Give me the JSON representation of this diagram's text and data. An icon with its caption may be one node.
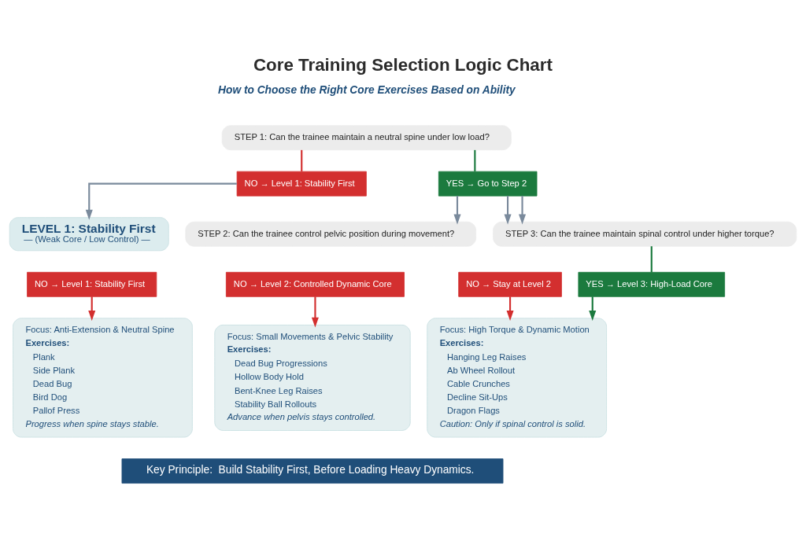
{
  "diagram": {
    "title": "Core Training Selection Logic Chart",
    "nodes": [
      {
        "text": [
          "STEP 1: Can the trainee maintain a neutral spine under low load?"
        ]
      },
      {
        "text": [
          "NO → Level 1: Stability First"
        ]
      },
      {
        "text": [
          "YES → Go to Step 2"
        ]
      },
      {
        "text": [
          "LEVEL 1: Stability First",
          "— (Weak Core / Low Control) —"
        ]
      },
      {
        "text": [
          "STEP 2: Can the trainee control pelvic position during movement?"
        ]
      },
      {
        "text": [
          "STEP 3: Can the trainee maintain spinal control under higher torque?"
        ]
      },
      {
        "text": [
          "NO → Level 1: Stability First"
        ]
      },
      {
        "text": [
          "NO → Level 2: Controlled Dynamic Core"
        ]
      },
      {
        "text": [
          "NO → Stay at Level 2"
        ]
      },
      {
        "text": [
          "YES → Level 3: High-Load Core"
        ]
      },
      {
        "text": [
          "Focus: Anti-Extension & Neutral Spine",
          "Exercises:",
          "Plank",
          "Side Plank",
          "Dead Bug",
          "Bird Dog",
          "Pallof Press",
          "Progress when spine stays stable."
        ]
      },
      {
        "text": [
          "Focus: Small Movements & Pelvic Stability",
          "Exercises:",
          "Dead Bug Progressions",
          "Hollow Body Hold",
          "Bent-Knee Leg Raises",
          "Stability Ball Rollouts",
          "Advance when pelvis stays controlled."
        ]
      },
      {
        "text": [
          "Focus: High Torque & Dynamic Motion",
          "Exercises:",
          "Hanging Leg Raises",
          "Ab Wheel Rollout",
          "Cable Crunches",
          "Decline Sit-Ups",
          "Dragon Flags",
          "Caution: Only if spinal control is solid."
        ]
      },
      {
        "text": [
          "Key Principle:  Build Stability First, Before Loading Heavy Dynamics."
        ]
      }
    ],
    "edges": [
      {
        "from": 0,
        "to": 1,
        "arrow": "none",
        "color": "#d32f2f"
      },
      {
        "from": 0,
        "to": 2,
        "arrow": "none",
        "color": "#1b7a3e"
      },
      {
        "from": 1,
        "to": 3,
        "arrow": "to",
        "color": "#7a8a9c"
      },
      {
        "from": 2,
        "to": 4,
        "arrow": "to",
        "color": "#7a8a9c"
      },
      {
        "from": 2,
        "to": 5,
        "arrow": "to",
        "color": "#7a8a9c"
      },
      {
        "from": 2,
        "to": 5,
        "arrow": "to",
        "color": "#7a8a9c"
      },
      {
        "from": 5,
        "to": 9,
        "arrow": "none",
        "color": "#1b7a3e"
      },
      {
        "from": 6,
        "to": 10,
        "arrow": "to",
        "color": "#d32f2f"
      },
      {
        "from": 7,
        "to": 11,
        "arrow": "to",
        "color": "#d32f2f"
      },
      {
        "from": 8,
        "to": 12,
        "arrow": "to",
        "color": "#d32f2f"
      },
      {
        "from": 9,
        "to": 12,
        "arrow": "to",
        "color": "#1b7a3e"
      }
    ],
    "labels": [
      "How to Choose the Right Core Exercises Based on Ability"
    ]
  }
}
